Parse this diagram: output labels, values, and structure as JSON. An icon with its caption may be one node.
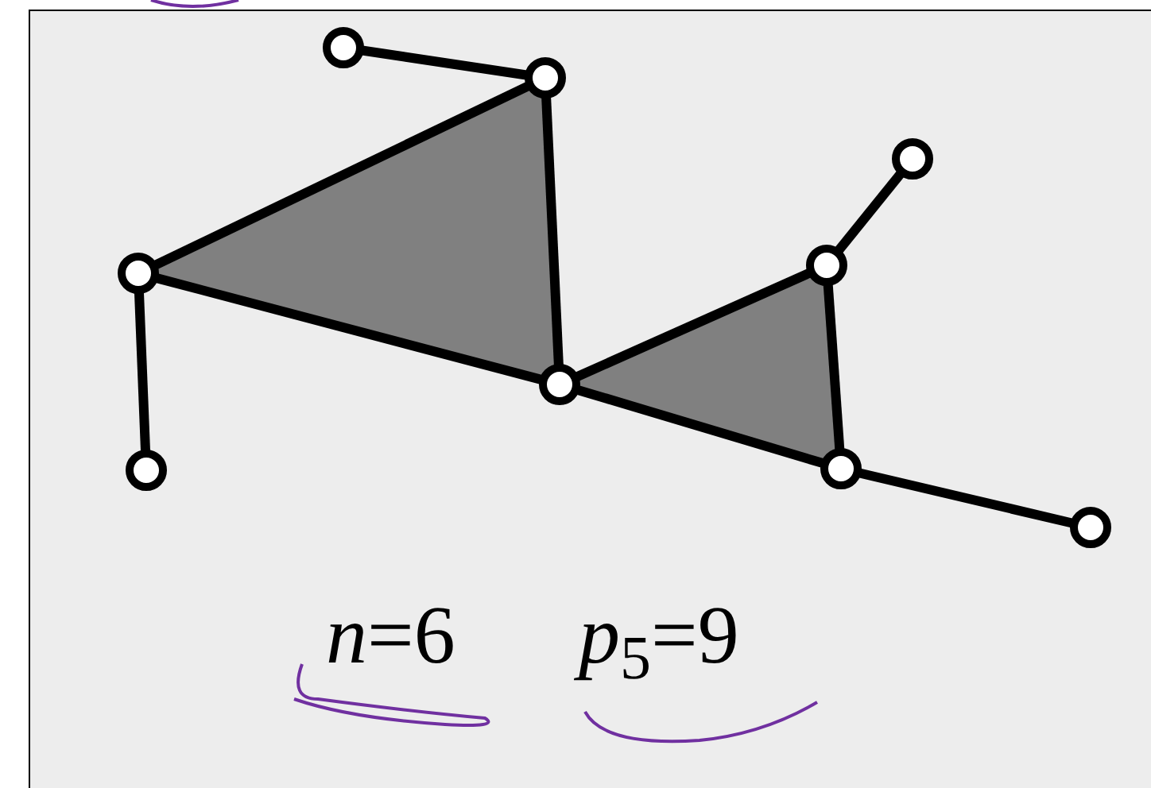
{
  "diagram": {
    "nodes": [
      {
        "text": [],
        "shape": "circle"
      },
      {
        "text": [],
        "shape": "circle"
      },
      {
        "text": [],
        "shape": "circle"
      },
      {
        "text": [],
        "shape": "circle"
      },
      {
        "text": [],
        "shape": "circle"
      },
      {
        "text": [],
        "shape": "circle"
      },
      {
        "text": [],
        "shape": "circle"
      },
      {
        "text": [],
        "shape": "circle"
      },
      {
        "text": [],
        "shape": "circle"
      }
    ],
    "edges": [
      {
        "from": 0,
        "to": 1,
        "arrow": "none"
      },
      {
        "from": 1,
        "to": 3,
        "arrow": "none"
      },
      {
        "from": 1,
        "to": 5,
        "arrow": "none"
      },
      {
        "from": 3,
        "to": 5,
        "arrow": "none"
      },
      {
        "from": 3,
        "to": 7,
        "arrow": "none"
      },
      {
        "from": 5,
        "to": 4,
        "arrow": "none"
      },
      {
        "from": 5,
        "to": 6,
        "arrow": "none"
      },
      {
        "from": 4,
        "to": 6,
        "arrow": "none"
      },
      {
        "from": 4,
        "to": 2,
        "arrow": "none"
      },
      {
        "from": 6,
        "to": 8,
        "arrow": "none"
      }
    ],
    "labels": [
      "*n*=6",
      "*p*$_{5}$=9"
    ]
  }
}
